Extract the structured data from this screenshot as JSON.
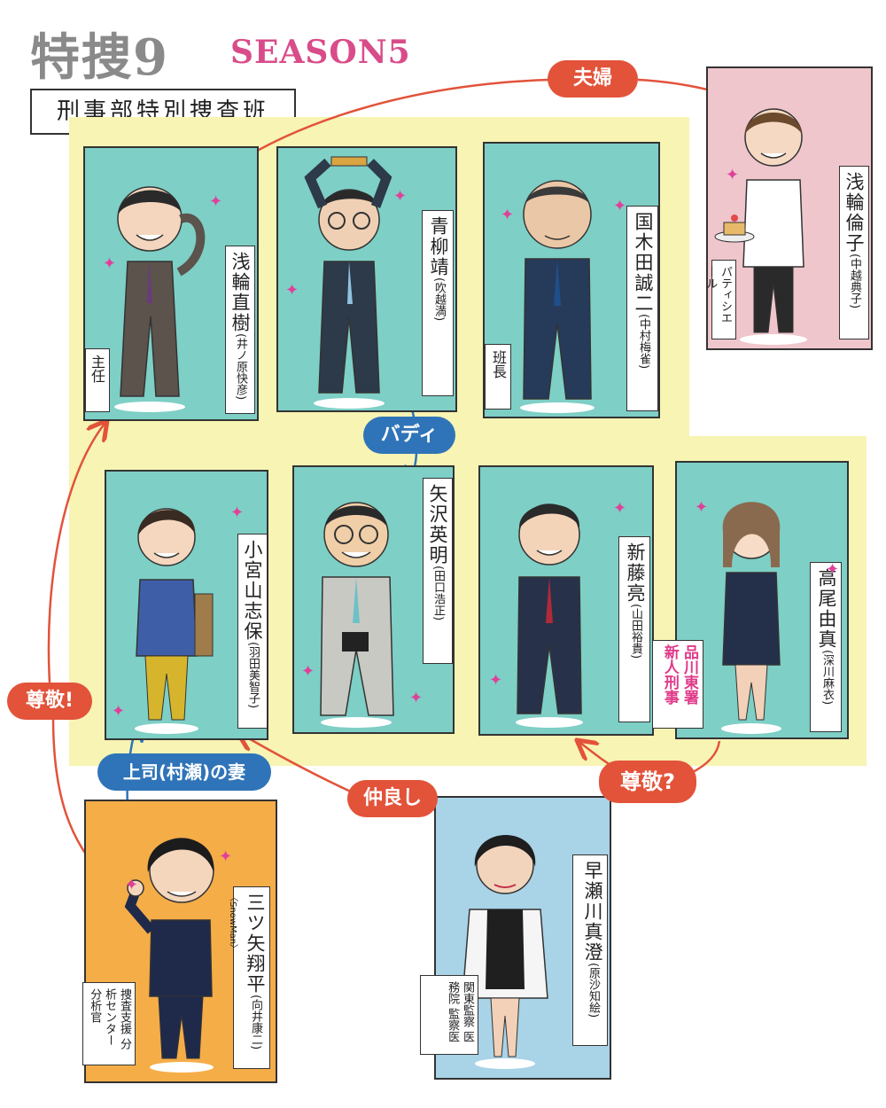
{
  "header": {
    "title": "特捜9",
    "season": "SEASON5",
    "subtitle": "刑事部特別捜査班"
  },
  "characters": [
    {
      "name": "浅輪直樹",
      "actor": "(井ノ原快彦)",
      "role": "主任"
    },
    {
      "name": "青柳靖",
      "actor": "(吹越満)",
      "role": ""
    },
    {
      "name": "国木田誠二",
      "actor": "(中村梅雀)",
      "role": "班長"
    },
    {
      "name": "浅輪倫子",
      "actor": "(中越典子)",
      "role": "パティシエール"
    },
    {
      "name": "小宮山志保",
      "actor": "(羽田美智子)",
      "role": ""
    },
    {
      "name": "矢沢英明",
      "actor": "(田口浩正)",
      "role": ""
    },
    {
      "name": "新藤亮",
      "actor": "(山田裕貴)",
      "role": ""
    },
    {
      "name": "高尾由真",
      "actor": "(深川麻衣)",
      "role": "品川東署 新人刑事"
    },
    {
      "name": "三ツ矢翔平",
      "actor": "(向井康二)",
      "actor_note": "〈SnowMan〉",
      "role": "捜査支援 分析センター 分析官"
    },
    {
      "name": "早瀬川真澄",
      "actor": "(原沙知絵)",
      "role": "関東監察 医務院 監察医"
    }
  ],
  "relations": {
    "couple": "夫婦",
    "buddy": "バディ",
    "respect_excl": "尊敬!",
    "respect_q": "尊敬?",
    "boss_wife": "上司(村瀬)の妻",
    "friends": "仲良し"
  },
  "colors": {
    "teal": "#7ecfc6",
    "yellow": "#f7f4b4",
    "pink": "#efc6cc",
    "orange": "#f5ad48",
    "light_blue": "#a9d3e7",
    "relation_red": "#e2533a",
    "relation_blue": "#2f74b8",
    "title_pink": "#d94c8a"
  }
}
